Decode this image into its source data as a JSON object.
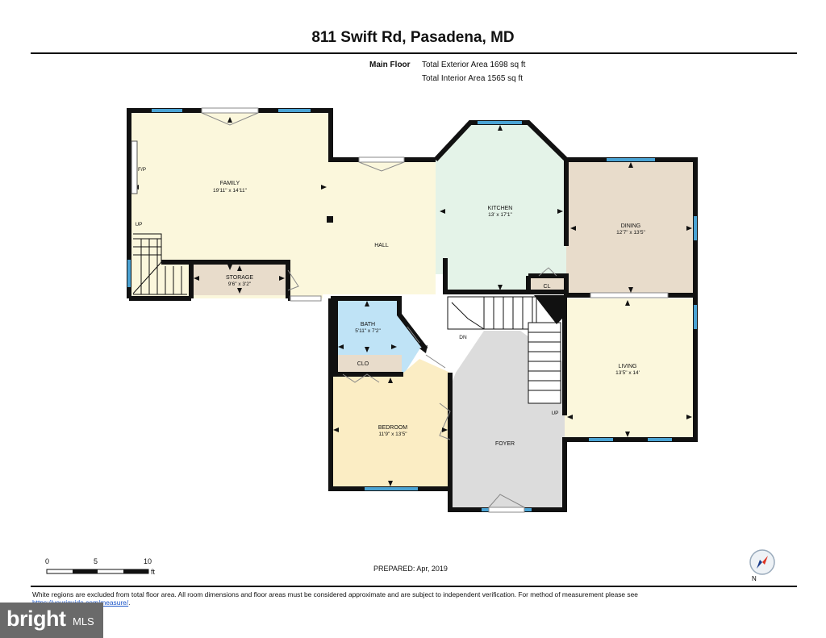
{
  "header": {
    "title": "811 Swift Rd, Pasadena, MD"
  },
  "floor": {
    "name": "Main Floor",
    "exterior_area": "Total Exterior Area 1698 sq ft",
    "interior_area": "Total Interior Area 1565 sq ft"
  },
  "rooms": {
    "family": {
      "name": "FAMILY",
      "dims": "19'11\" x 14'11\""
    },
    "kitchen": {
      "name": "KITCHEN",
      "dims": "13' x 17'1\""
    },
    "dining": {
      "name": "DINING",
      "dims": "12'7\" x 13'5\""
    },
    "storage": {
      "name": "STORAGE",
      "dims": "9'6\" x 3'2\""
    },
    "hall": {
      "name": "HALL"
    },
    "bath": {
      "name": "BATH",
      "dims": "5'11\" x 7'2\""
    },
    "clo": {
      "name": "CLO"
    },
    "cl": {
      "name": "CL"
    },
    "bedroom": {
      "name": "BEDROOM",
      "dims": "11'9\" x 13'5\""
    },
    "foyer": {
      "name": "FOYER"
    },
    "living": {
      "name": "LIVING",
      "dims": "13'5\" x 14'"
    }
  },
  "labels": {
    "fp": "F/P",
    "up_family": "UP",
    "up_living": "UP",
    "dn": "DN"
  },
  "scale": {
    "t0": "0",
    "t5": "5",
    "t10": "10",
    "unit": "ft"
  },
  "compass": {
    "letter": "N"
  },
  "prepared": "PREPARED: Apr, 2019",
  "footer": {
    "text": "White regions are excluded from total floor area. All room dimensions and floor areas must be considered approximate and are subject to independent verification. For method of measurement please see ",
    "link": "https://youriguide.com/measure/",
    "end": "."
  },
  "watermark": {
    "brand": "bright",
    "suffix": "MLS"
  },
  "colors": {
    "family": "#fbf7dc",
    "hall": "#fbf7dc",
    "kitchen": "#e4f3e8",
    "dining": "#e8dccb",
    "storage": "#e8dccb",
    "bath": "#bfe3f6",
    "bedroom": "#fbedc4",
    "foyer": "#dcdcdc",
    "living": "#fbf7dc",
    "window": "#4aa3d4",
    "wall": "#111111"
  }
}
